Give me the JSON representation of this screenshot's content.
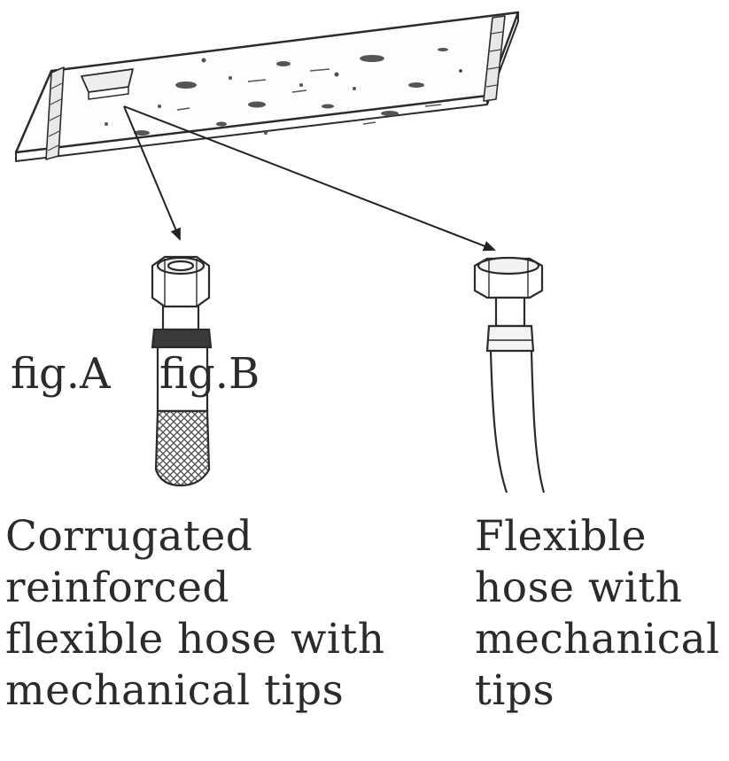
{
  "labels": {
    "fig_a": "fig.A",
    "fig_b": "fig.B"
  },
  "captions": {
    "a": [
      "Corrugated",
      "reinforced",
      "flexible hose with",
      "mechanical tips"
    ],
    "b": [
      "Flexible",
      "hose with",
      "mechanical",
      "tips"
    ]
  },
  "colors": {
    "line": "#333333",
    "text": "#2b2b2b"
  }
}
